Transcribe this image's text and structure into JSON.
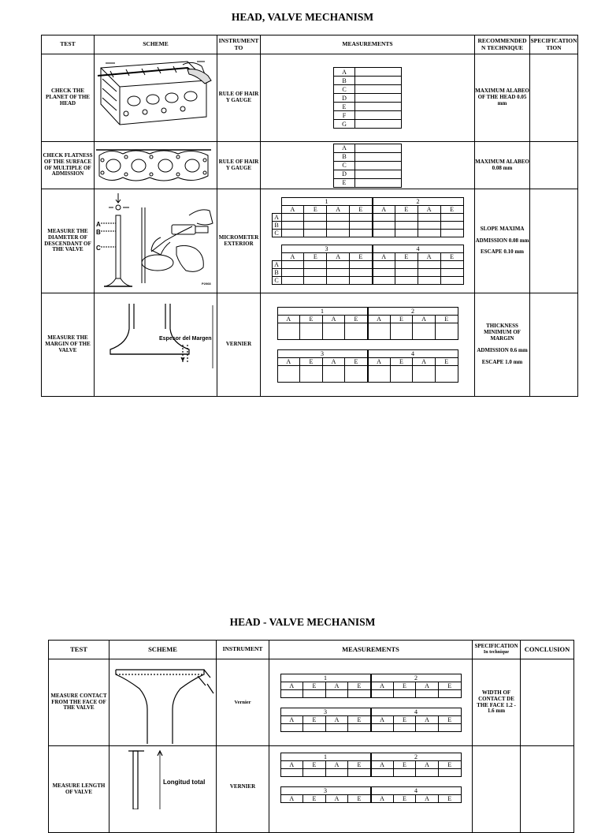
{
  "doc1": {
    "title": "HEAD, VALVE MECHANISM",
    "headers": [
      "TEST",
      "SCHEME",
      "INSTRUMENT TO",
      "MEASUREMENTS",
      "RECOMMENDED N TECHNIQUE",
      "SPECIFICATION TION"
    ],
    "rows": [
      {
        "test": "CHECK THE PLANET OF THE HEAD",
        "instrument": "RULE OF HAIR Y GAUGE",
        "labels": [
          "A",
          "B",
          "C",
          "D",
          "E",
          "F",
          "G"
        ],
        "technique": [
          "MAXIMUM ALABEO OF THE HEAD 0.05 mm"
        ]
      },
      {
        "test": "CHECK FLATNESS OF THE SURFACE OF MULTIPLE OF ADMISSION",
        "instrument": "RULE OF HAIR Y GAUGE",
        "labels": [
          "A",
          "B",
          "C",
          "D",
          "E"
        ],
        "technique": [
          "MAXIMUM ALABEO",
          "0.08 mm"
        ]
      },
      {
        "test": "MEASURE THE DIAMETER OF DESCENDANT OF THE VALVE",
        "instrument": "MICROMETER EXTERIOR",
        "scheme_labels": [
          "A",
          "B",
          "C"
        ],
        "scheme_caption": "P2068",
        "technique": [
          "SLOPE MAXIMA",
          "ADMISSION 0.08 mm",
          "ESCAPE 0.10 mm"
        ]
      },
      {
        "test": "MEASURE THE MARGIN OF THE VALVE",
        "instrument": "VERNIER",
        "scheme_caption": "Espesor del Margen",
        "technique": [
          "THICKNESS MINIMUM OF MARGIN",
          "ADMISSION 0.6 mm",
          "ESCAPE 1.0 mm"
        ]
      }
    ]
  },
  "doc2": {
    "title": "HEAD - VALVE MECHANISM",
    "headers": [
      "TEST",
      "SCHEME",
      "INSTRUMENT",
      "MEASUREMENTS",
      "SPECIFICATION",
      "In technique",
      "CONCLUSION"
    ],
    "rows": [
      {
        "test": "MEASURE CONTACT FROM THE FACE OF THE VALVE",
        "instrument": "Vernier",
        "technique": [
          "WIDTH OF CONTACT DE THE FACE 1.2 - 1.6 mm"
        ]
      },
      {
        "test": "MEASURE LENGTH OF VALVE",
        "instrument": "VERNIER",
        "scheme_caption": "Longitud total"
      }
    ]
  },
  "grid": {
    "groups_top": [
      "1",
      "2"
    ],
    "groups_bottom": [
      "3",
      "4"
    ],
    "cols": [
      "A",
      "E",
      "A",
      "E",
      "A",
      "E",
      "A",
      "E"
    ],
    "rows": [
      "A",
      "B",
      "C"
    ]
  }
}
